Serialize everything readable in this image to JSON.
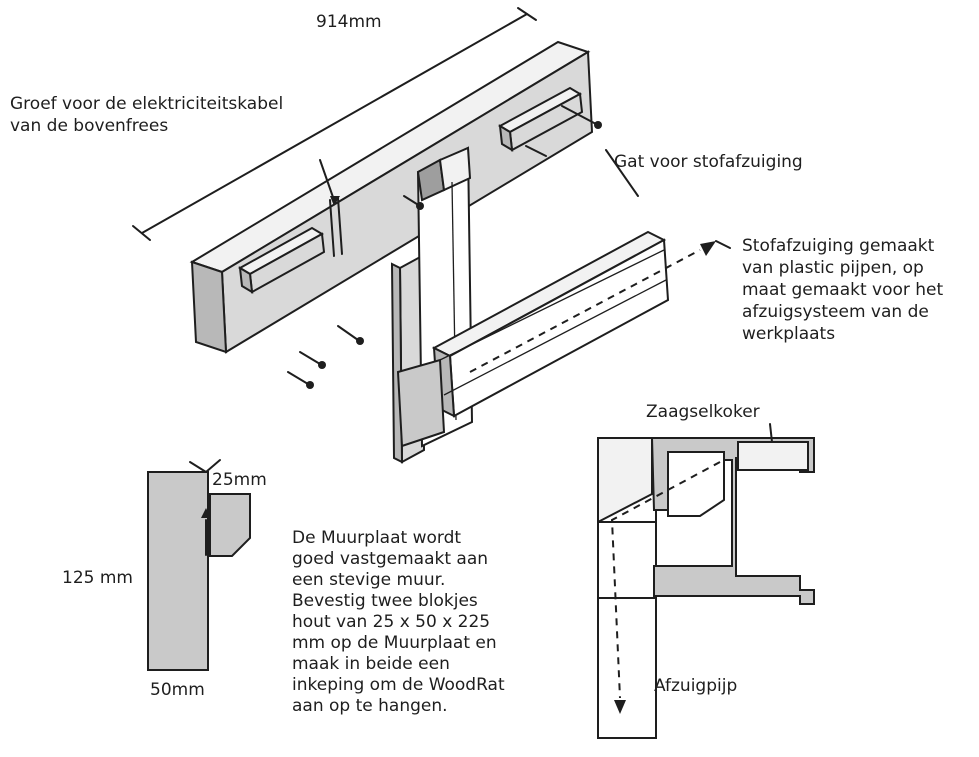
{
  "labels": {
    "length_dim": "914mm",
    "groove_line1": "Groef voor de elektriciteitskabel",
    "groove_line2": "van de bovenfrees",
    "dust_hole": "Gat voor stofafzuiging",
    "dust_pipe_line1": "Stofafzuiging gemaakt",
    "dust_pipe_line2": "van plastic pijpen, op",
    "dust_pipe_line3": "maat gemaakt voor het",
    "dust_pipe_line4": "afzuigsysteem van de",
    "dust_pipe_line5": "werkplaats",
    "sawdust_box": "Zaagselkoker",
    "exhaust_pipe": "Afzuigpijp",
    "dim_25": "25mm",
    "dim_125": "125 mm",
    "dim_50": "50mm",
    "note_lines": [
      "De Muurplaat wordt",
      "goed vastgemaakt aan",
      "een stevige muur.",
      "Bevestig twee blokjes",
      "hout van  25 x 50 x 225",
      "mm  op de Muurplaat en",
      "maak in beide een",
      "inkeping om de WoodRat",
      "aan op te hangen."
    ]
  },
  "colors": {
    "ink": "#1e1e1e",
    "face_light": "#f2f2f2",
    "face_mid": "#d9d9d9",
    "face_dark": "#b8b8b8"
  }
}
